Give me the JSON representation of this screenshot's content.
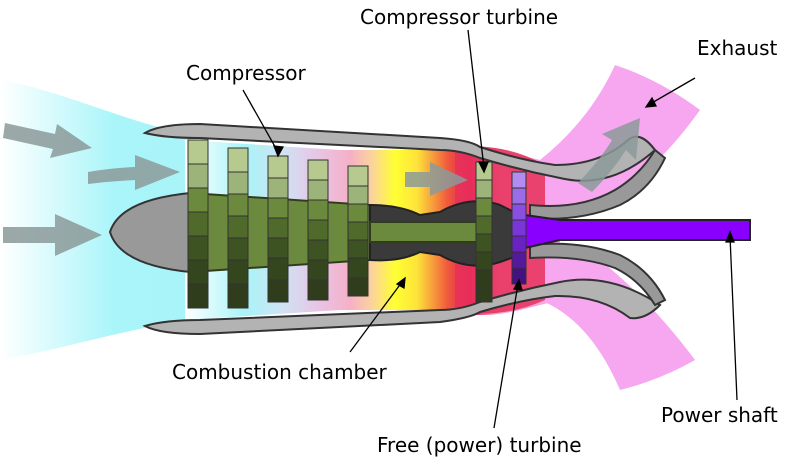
{
  "labels": {
    "compressor": "Compressor",
    "compressor_turbine": "Compressor turbine",
    "exhaust": "Exhaust",
    "combustion_chamber": "Combustion chamber",
    "free_turbine": "Free (power) turbine",
    "power_shaft": "Power shaft"
  },
  "colors": {
    "intake_air": "#a8f4f8",
    "compressor_blade_light": "#b6c98e",
    "compressor_blade_dark": "#2f3d1c",
    "spool": "#6b8a3e",
    "combustion_hot": "#ffff33",
    "turbine_zone": "#e83a5a",
    "power_turbine": "#8a2be2",
    "exhaust": "#f7a6f0",
    "casing": "#b3b3b3",
    "arrow": "#8c9a9a"
  },
  "icons": [
    "airflow-arrow-icon",
    "nose-cone-icon",
    "blade-row-icon"
  ]
}
